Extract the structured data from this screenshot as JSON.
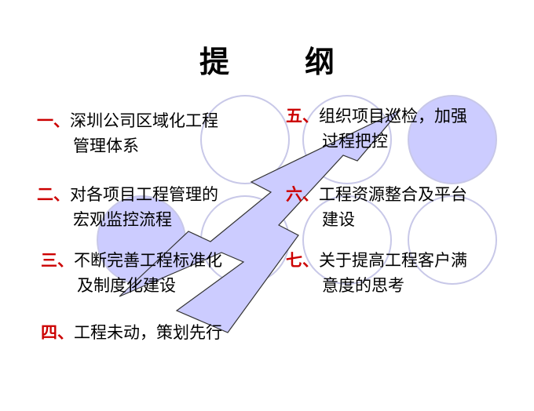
{
  "slide": {
    "title_char_1": "提",
    "title_char_2": "纲",
    "accent_color": "#cc0000",
    "arrow_fill": "#ccccff",
    "circle_fill": "#ccccff",
    "items": [
      {
        "num": "一、",
        "line1": "深圳公司区域化工程",
        "line2": "管理体系"
      },
      {
        "num": "二、",
        "line1": "对各项目工程管理的",
        "line2": "宏观监控流程"
      },
      {
        "num": "三、",
        "line1": "不断完善工程标准化",
        "line2": "及制度化建设"
      },
      {
        "num": "四、",
        "line1": "工程未动，策划先行",
        "line2": ""
      },
      {
        "num": "五、",
        "line1": "组织项目巡检，加强",
        "line2": "过程把控"
      },
      {
        "num": "六、",
        "line1": "工程资源整合及平台",
        "line2": "建设"
      },
      {
        "num": "七、",
        "line1": "关于提高工程客户满",
        "line2": "意度的思考"
      }
    ]
  }
}
